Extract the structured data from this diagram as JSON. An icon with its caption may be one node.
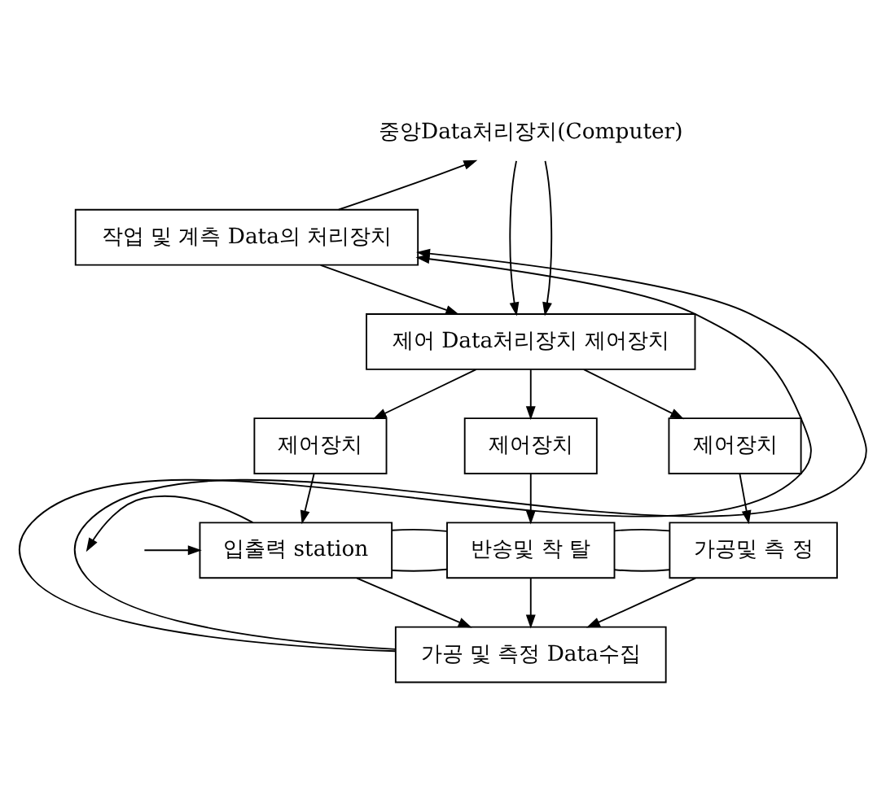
{
  "diagram": {
    "nodes": [
      {
        "text": [
          "중앙Data처리장치(Computer)"
        ]
      },
      {
        "text": [
          "작업 및 계측 Data의 처리장치"
        ]
      },
      {
        "text": [
          "제어 Data처리장치 제어장치"
        ]
      },
      {
        "text": [
          "제어장치"
        ]
      },
      {
        "text": [
          "제어장치"
        ]
      },
      {
        "text": [
          "제어장치"
        ]
      },
      {
        "text": [
          "입출력 station"
        ]
      },
      {
        "text": [
          "반송및 착 탈"
        ]
      },
      {
        "text": [
          "가공및 측 정"
        ]
      },
      {
        "text": [
          "가공 및 측정 Data수집"
        ]
      }
    ],
    "edges": [
      {
        "from": 0,
        "to": 2,
        "arrow": "to"
      },
      {
        "from": 0,
        "to": 2,
        "arrow": "to"
      },
      {
        "from": 1,
        "to": 0,
        "arrow": "to"
      },
      {
        "from": 1,
        "to": 2,
        "arrow": "to"
      },
      {
        "from": 2,
        "to": 3,
        "arrow": "to"
      },
      {
        "from": 2,
        "to": 4,
        "arrow": "to"
      },
      {
        "from": 2,
        "to": 5,
        "arrow": "to"
      },
      {
        "from": 3,
        "to": 6,
        "arrow": "to"
      },
      {
        "from": 4,
        "to": 7,
        "arrow": "to"
      },
      {
        "from": 5,
        "to": 8,
        "arrow": "to"
      },
      {
        "from": 6,
        "to": 7,
        "arrow": "none"
      },
      {
        "from": 6,
        "to": 7,
        "arrow": "none"
      },
      {
        "from": 7,
        "to": 8,
        "arrow": "none"
      },
      {
        "from": 7,
        "to": 8,
        "arrow": "none"
      },
      {
        "from": 6,
        "to": null,
        "arrow": "to"
      },
      {
        "from": null,
        "to": 6,
        "arrow": "to"
      },
      {
        "from": 6,
        "to": 9,
        "arrow": "to"
      },
      {
        "from": 7,
        "to": 9,
        "arrow": "to"
      },
      {
        "from": 8,
        "to": 9,
        "arrow": "to"
      },
      {
        "from": 9,
        "to": 1,
        "arrow": "to"
      },
      {
        "from": 9,
        "to": 1,
        "arrow": "to"
      }
    ]
  }
}
